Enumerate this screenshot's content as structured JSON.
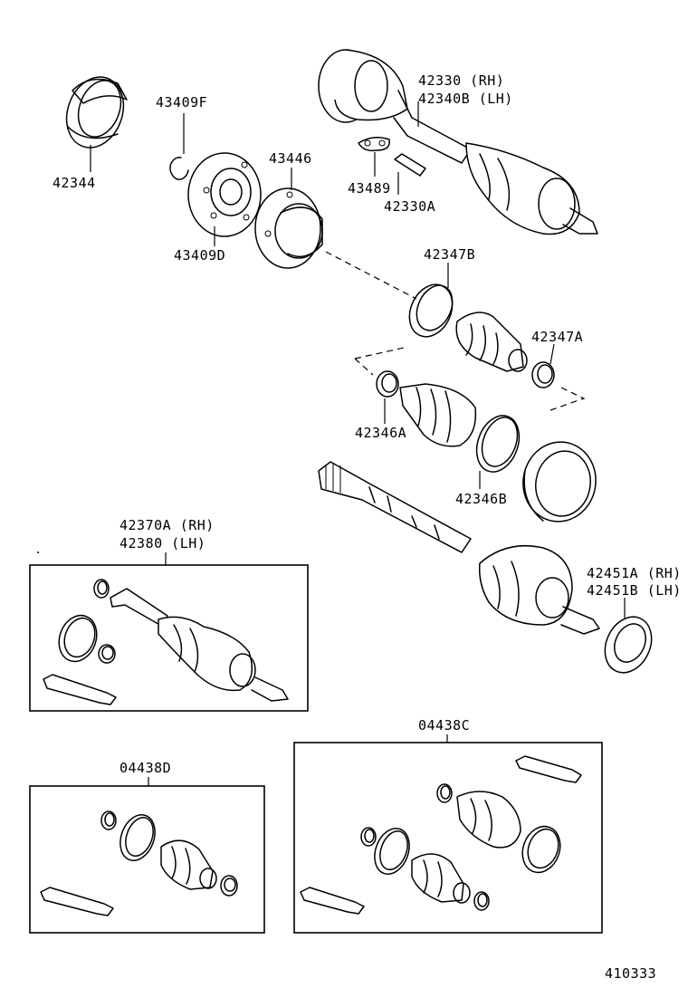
{
  "diagram_number": "410333",
  "labels": {
    "p42344": "42344",
    "p43409F": "43409F",
    "p43409D": "43409D",
    "p43446": "43446",
    "p42330_rh": "42330   (RH)",
    "p42340B_lh": "42340B (LH)",
    "p43489": "43489",
    "p42330A": "42330A",
    "p42347B": "42347B",
    "p42347A": "42347A",
    "p42346A": "42346A",
    "p42346B": "42346B",
    "p42370A_rh": "42370A (RH)",
    "p42380_lh": "42380   (LH)",
    "p42451A_rh": "42451A (RH)",
    "p42451B_lh": "42451B (LH)",
    "p04438D": "04438D",
    "p04438C": "04438C"
  }
}
